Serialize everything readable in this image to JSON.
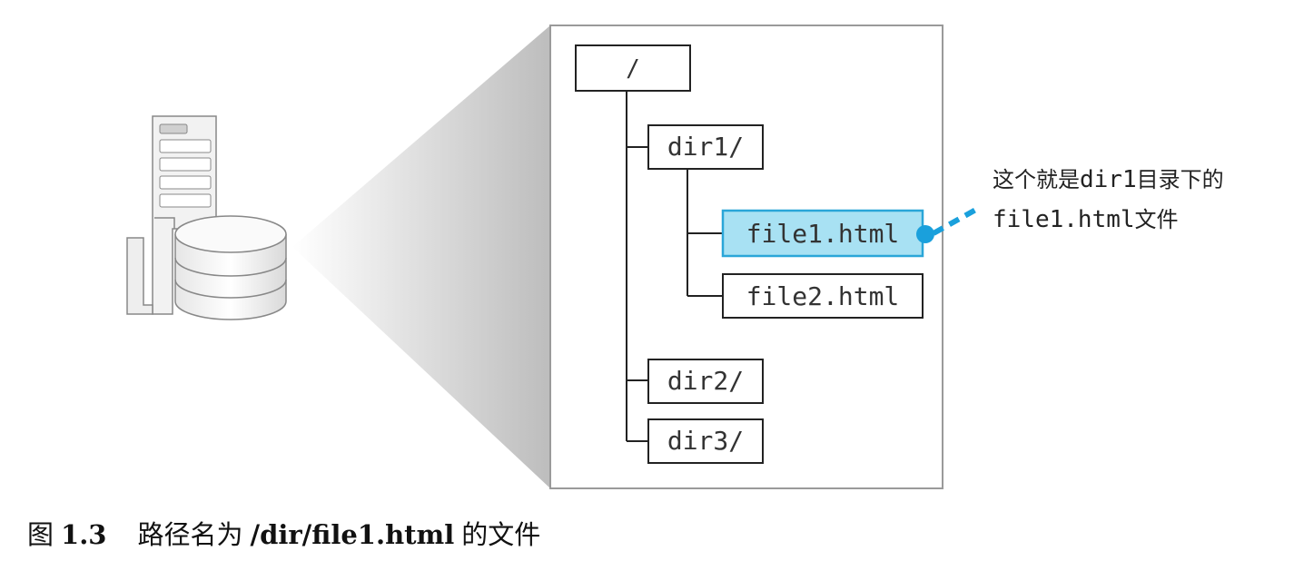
{
  "tree": {
    "root": "/",
    "dir1": "dir1/",
    "file1": "file1.html",
    "file2": "file2.html",
    "dir2": "dir2/",
    "dir3": "dir3/"
  },
  "annotation": {
    "line1_pre": "这个就是",
    "line1_code": "dir1",
    "line1_post": "目录下的",
    "line2_code": "file1.html",
    "line2_post": "文件"
  },
  "caption": {
    "prefix": "图",
    "number": "1.3",
    "text_before": "路径名为",
    "path": "/dir/file1.html",
    "text_after": "的文件"
  },
  "colors": {
    "highlight_fill": "#a8e1f3",
    "highlight_border": "#2aa6d8",
    "dot": "#1aa0dc",
    "panel_border": "#999999"
  }
}
